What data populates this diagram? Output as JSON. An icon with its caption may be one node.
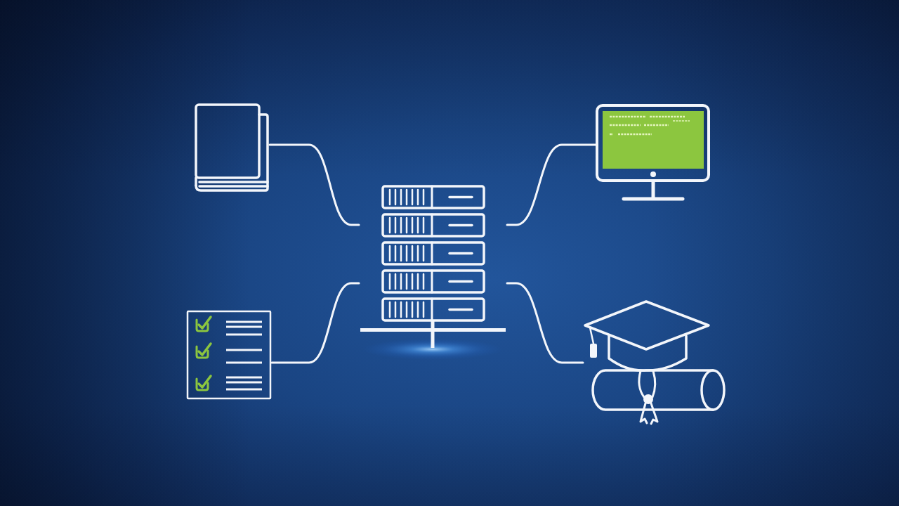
{
  "diagram": {
    "nodes": [
      {
        "text": [],
        "shape": "book"
      },
      {
        "text": [],
        "shape": "picture"
      },
      {
        "text": [],
        "shape": "picture"
      },
      {
        "text": [],
        "shape": "picture"
      },
      {
        "text": [],
        "shape": "picture"
      }
    ],
    "edges": [
      {
        "from": 2,
        "to": 0,
        "arrow": "none"
      },
      {
        "from": 2,
        "to": 1,
        "arrow": "none"
      },
      {
        "from": 2,
        "to": 3,
        "arrow": "none"
      },
      {
        "from": 2,
        "to": 4,
        "arrow": "none"
      }
    ]
  }
}
